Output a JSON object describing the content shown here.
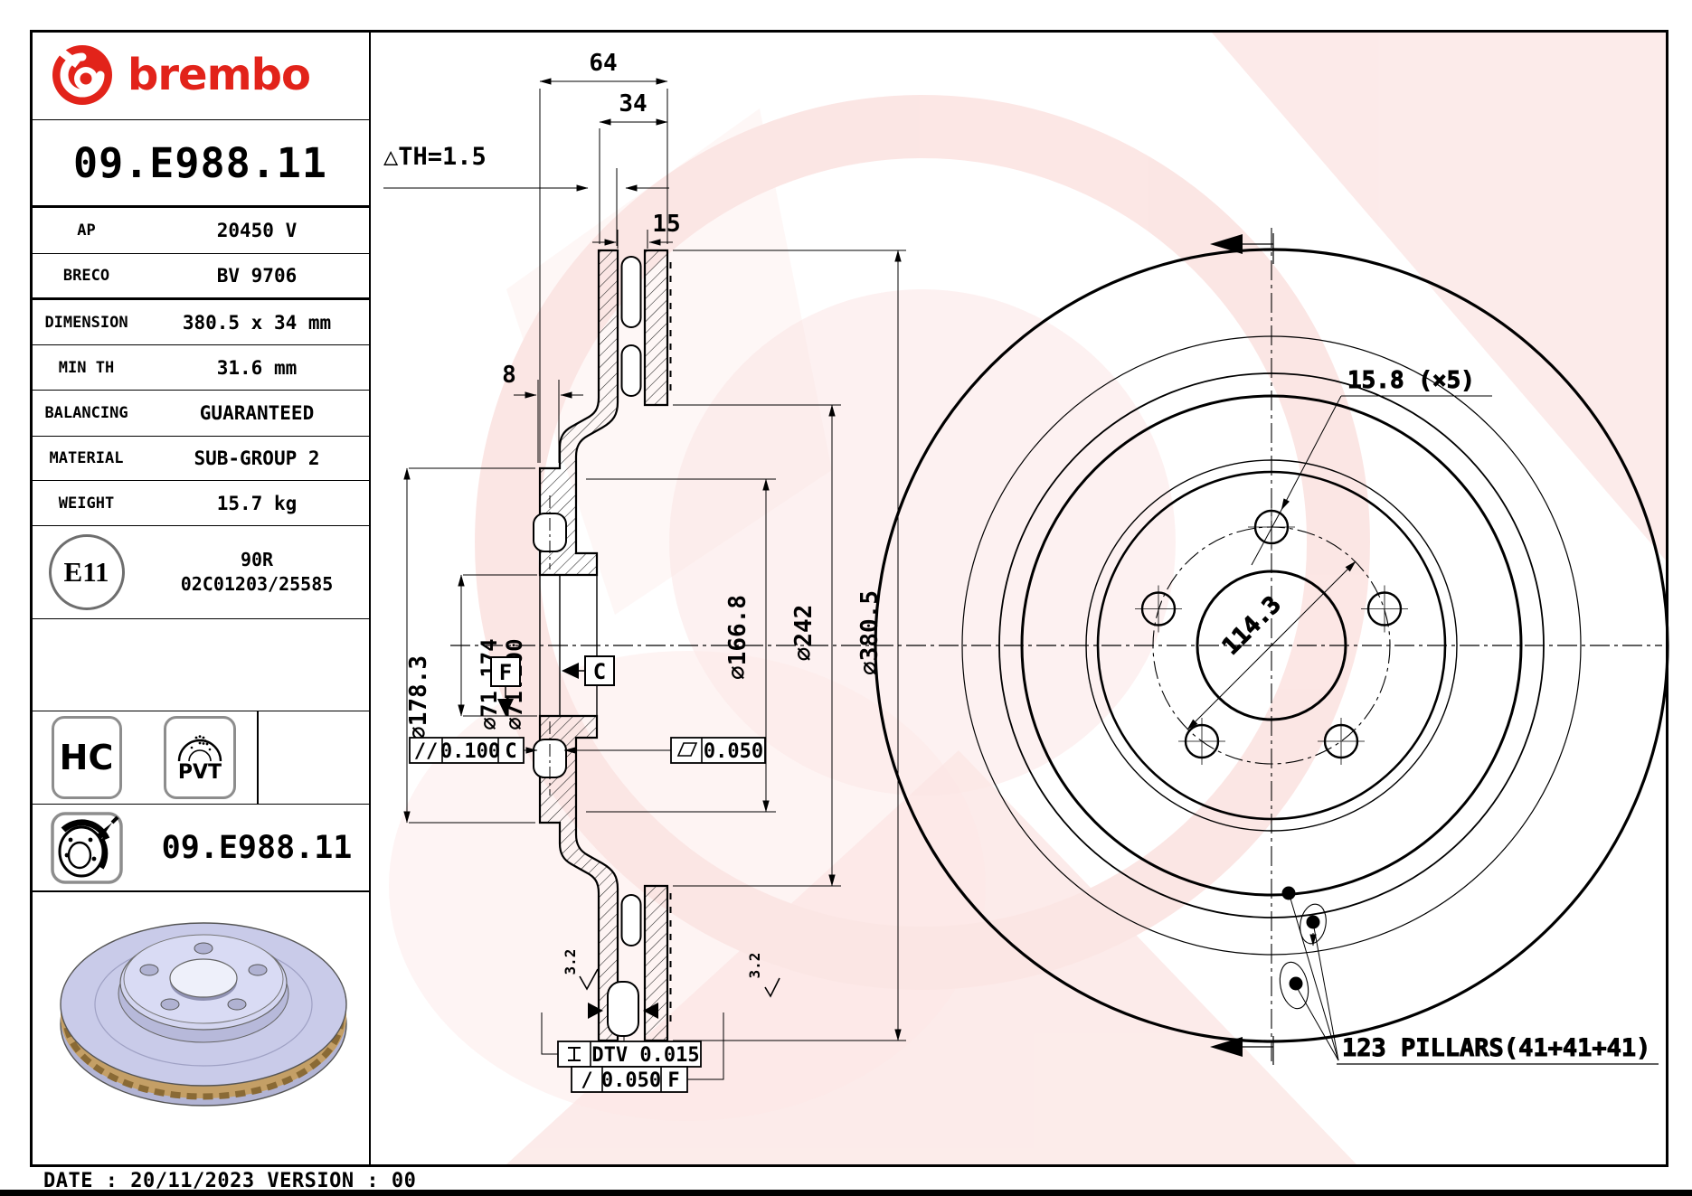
{
  "colors": {
    "brand_red": "#e2231a",
    "line_black": "#000000",
    "watermark_pink": "#e8544a",
    "disc_body_lavender": "#c9cbe9",
    "disc_vent_gold": "#c49f66"
  },
  "header": {
    "brand": "brembo",
    "part_number": "09.E988.11"
  },
  "specs": {
    "rows": [
      {
        "label": "AP",
        "value": "20450 V"
      },
      {
        "label": "BRECO",
        "value": "BV 9706"
      },
      {
        "label": "DIMENSION",
        "value": "380.5 x 34 mm"
      },
      {
        "label": "MIN TH",
        "value": "31.6 mm"
      },
      {
        "label": "BALANCING",
        "value": "GUARANTEED"
      },
      {
        "label": "MATERIAL",
        "value": "SUB-GROUP 2"
      },
      {
        "label": "WEIGHT",
        "value": "15.7 kg"
      }
    ]
  },
  "approval": {
    "mark": "E11",
    "line1": "90R",
    "line2": "02C01203/25585"
  },
  "badges": {
    "hc": "HC",
    "pvt": "PVT"
  },
  "catalog": {
    "part_number": "09.E988.11"
  },
  "footer": {
    "text": "DATE : 20/11/2023 VERSION : 00"
  },
  "section_view": {
    "dim_total_width": "64",
    "dim_friction_width": "34",
    "dim_min_th": "△TH=1.5",
    "dim_plate": "15",
    "dim_hat_offset": "8",
    "dia_flange": "⌀178.3",
    "dia_bore_max": "⌀71.174",
    "dia_bore_min": "⌀71.100",
    "dia_hat": "⌀166.8",
    "dia_friction_inner": "⌀242",
    "dia_outer": "⌀380.5",
    "parallelism": {
      "sym": "//",
      "value": "0.100",
      "datum": "C"
    },
    "flatness": {
      "value": "0.050"
    },
    "dtv": {
      "label": "DTV 0.015"
    },
    "runout": {
      "sym": "/",
      "value": "0.050",
      "datum": "F"
    },
    "datum_f": "F",
    "datum_c": "C",
    "roughness_1": "3.2",
    "roughness_2": "3.2"
  },
  "disc_view": {
    "hole_dia": "15.8 (×5)",
    "pcd": "114.3",
    "pillars": "123 PILLARS(41+41+41)"
  }
}
